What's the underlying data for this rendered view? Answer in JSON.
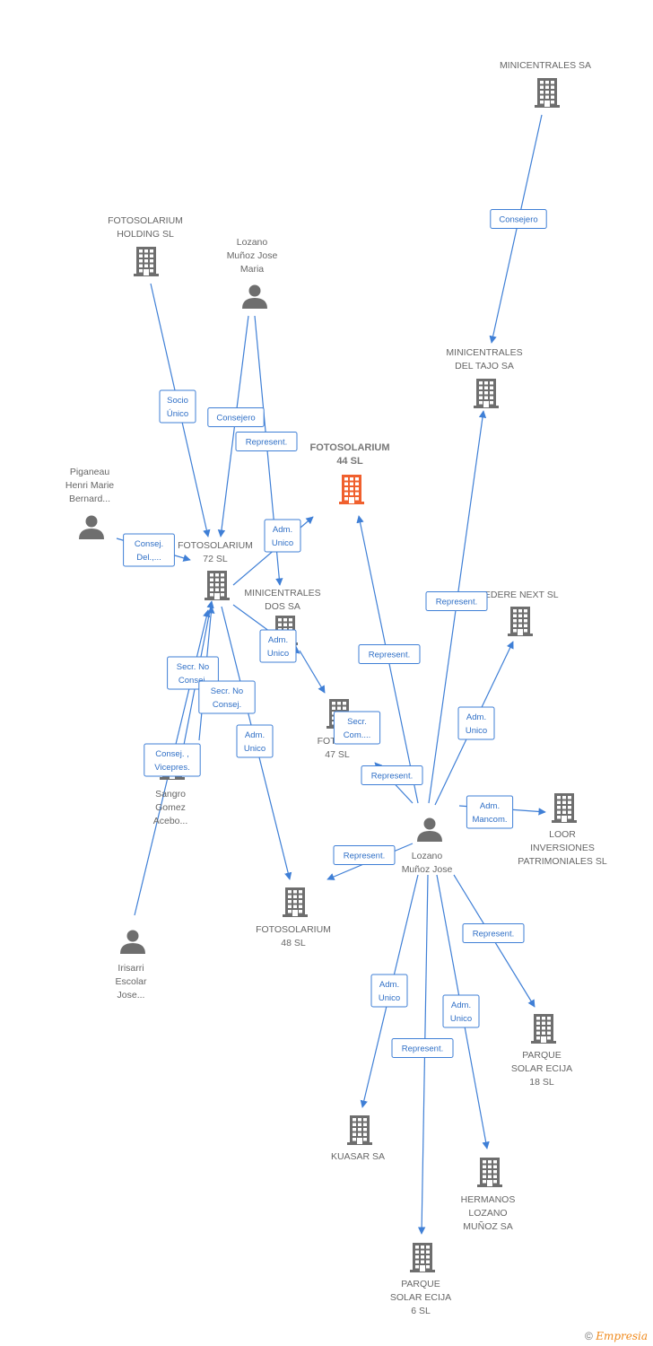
{
  "colors": {
    "building": "#6e6e6e",
    "person": "#6e6e6e",
    "main": "#f0602e",
    "edge": "#3f7fd6"
  },
  "nodes": [
    {
      "id": "minicentrales",
      "type": "building",
      "label": [
        "MINICENTRALES SA"
      ]
    },
    {
      "id": "minitajo",
      "type": "building",
      "label": [
        "MINICENTRALES",
        "DEL TAJO SA"
      ]
    },
    {
      "id": "holding",
      "type": "building",
      "label": [
        "FOTOSOLARIUM",
        "HOLDING  SL"
      ]
    },
    {
      "id": "lozano_maria",
      "type": "person",
      "label": [
        "Lozano",
        "Muñoz Jose",
        "Maria"
      ]
    },
    {
      "id": "foto44",
      "type": "main",
      "label": [
        "FOTOSOLARIUM",
        "44 SL"
      ]
    },
    {
      "id": "piganeau",
      "type": "person",
      "label": [
        "Piganeau",
        "Henri Marie",
        "Bernard..."
      ]
    },
    {
      "id": "foto72",
      "type": "building",
      "label": [
        "FOTOSOLARIUM",
        "72 SL"
      ]
    },
    {
      "id": "minidos",
      "type": "building",
      "label": [
        "MINICENTRALES",
        "DOS SA"
      ]
    },
    {
      "id": "federe",
      "type": "building",
      "label": [
        "FEDERE NEXT SL"
      ]
    },
    {
      "id": "foto47",
      "type": "building",
      "label": [
        "FOTOS...",
        "47 SL"
      ]
    },
    {
      "id": "sangro",
      "type": "building",
      "label": [
        "Sangro",
        "Gomez",
        "Acebo..."
      ]
    },
    {
      "id": "loor",
      "type": "building",
      "label": [
        "LOOR",
        "INVERSIONES",
        "PATRIMONIALES SL"
      ]
    },
    {
      "id": "lozano_jose",
      "type": "person",
      "label": [
        "Lozano",
        "Muñoz Jose"
      ]
    },
    {
      "id": "foto48",
      "type": "building",
      "label": [
        "FOTOSOLARIUM",
        "48 SL"
      ]
    },
    {
      "id": "irisarri",
      "type": "person",
      "label": [
        "Irisarri",
        "Escolar",
        "Jose..."
      ]
    },
    {
      "id": "ecija18",
      "type": "building",
      "label": [
        "PARQUE",
        "SOLAR ECIJA",
        "18 SL"
      ]
    },
    {
      "id": "kuasar",
      "type": "building",
      "label": [
        "KUASAR SA"
      ]
    },
    {
      "id": "hermanos",
      "type": "building",
      "label": [
        "HERMANOS",
        "LOZANO",
        "MUÑOZ SA"
      ]
    },
    {
      "id": "ecija6",
      "type": "building",
      "label": [
        "PARQUE",
        "SOLAR ECIJA",
        "6 SL"
      ]
    }
  ],
  "edges": [
    {
      "label": [
        "Consejero"
      ]
    },
    {
      "label": [
        "Socio",
        "Único"
      ]
    },
    {
      "label": [
        "Consejero"
      ]
    },
    {
      "label": [
        "Represent."
      ]
    },
    {
      "label": [
        "Adm.",
        "Unico"
      ]
    },
    {
      "label": [
        "Consej.",
        "Del.,..."
      ]
    },
    {
      "label": [
        "Adm.",
        "Unico"
      ]
    },
    {
      "label": [
        "Secr. No",
        "Consej."
      ]
    },
    {
      "label": [
        "Secr.  No",
        "Consej."
      ]
    },
    {
      "label": [
        "Adm.",
        "Unico"
      ]
    },
    {
      "label": [
        "Consej. ,",
        "Vicepres."
      ]
    },
    {
      "label": [
        "Secr.",
        "Com...."
      ]
    },
    {
      "label": [
        "Represent."
      ]
    },
    {
      "label": [
        "Represent."
      ]
    },
    {
      "label": [
        "Represent."
      ]
    },
    {
      "label": [
        "Adm.",
        "Unico"
      ]
    },
    {
      "label": [
        "Adm.",
        "Mancom."
      ]
    },
    {
      "label": [
        "Represent."
      ]
    },
    {
      "label": [
        "Represent."
      ]
    },
    {
      "label": [
        "Adm.",
        "Unico"
      ]
    },
    {
      "label": [
        "Adm.",
        "Unico"
      ]
    },
    {
      "label": [
        "Represent."
      ]
    }
  ],
  "watermark": {
    "symbol": "©",
    "brand": "Empresia"
  }
}
